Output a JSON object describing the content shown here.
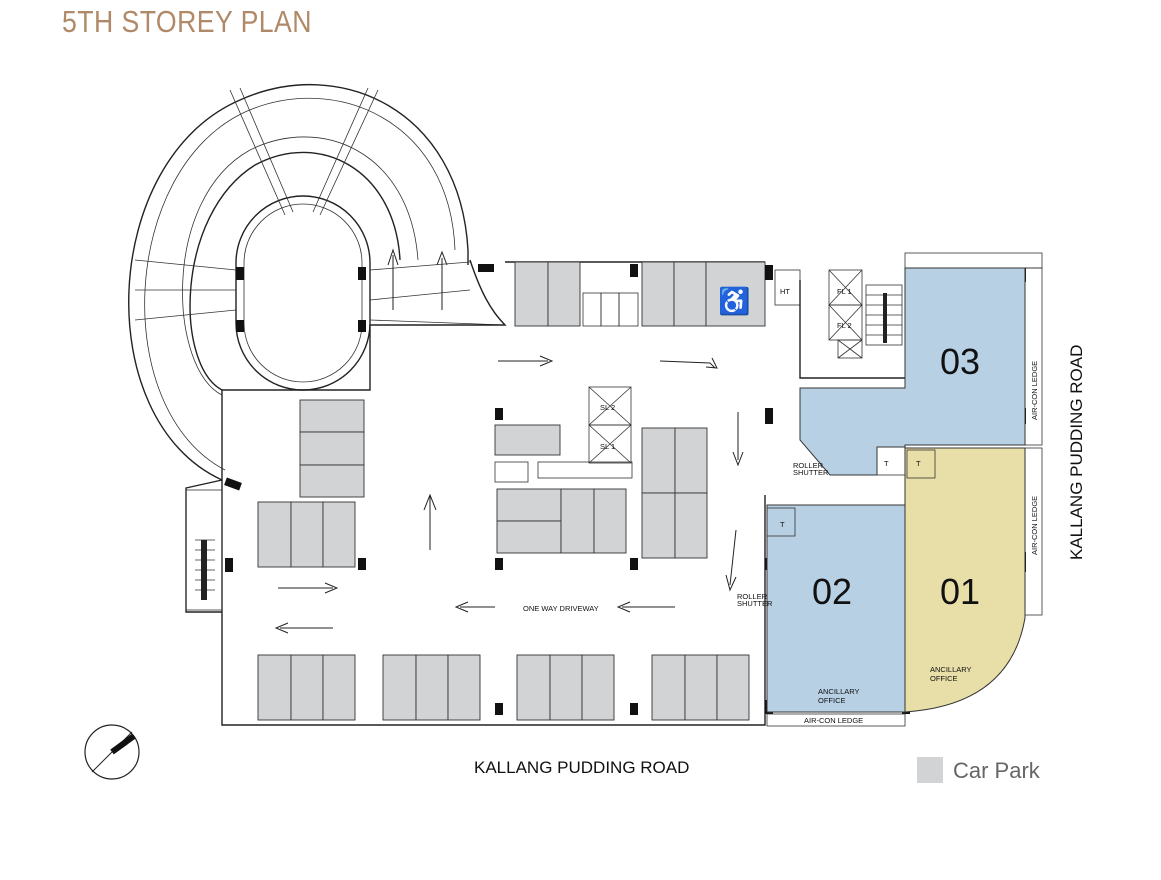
{
  "title": "5TH STOREY PLAN",
  "colors": {
    "title": "#b08a68",
    "car_park": "#d1d3d4",
    "unit_blue": "#b8d0e4",
    "unit_yellow": "#e8dfa8"
  },
  "units": [
    {
      "id": "03",
      "label": "03"
    },
    {
      "id": "02",
      "label": "02",
      "note": "ANCILLARY OFFICE"
    },
    {
      "id": "01",
      "label": "01",
      "note": "ANCILLARY OFFICE"
    }
  ],
  "labels": {
    "ht": "HT",
    "fl1": "FL 1",
    "fl2": "FL 2",
    "sl1": "SL 1",
    "sl2": "SL 2",
    "toilet": "T",
    "roller": "ROLLER",
    "shutter": "SHUTTER",
    "driveway": "ONE WAY DRIVEWAY",
    "ancillary": "ANCILLARY",
    "office": "OFFICE",
    "aircon_ledge": "AIR-CON LEDGE"
  },
  "roads": {
    "bottom": "KALLANG PUDDING ROAD",
    "right": "KALLANG PUDDING ROAD"
  },
  "legend": {
    "car_park": "Car Park"
  }
}
